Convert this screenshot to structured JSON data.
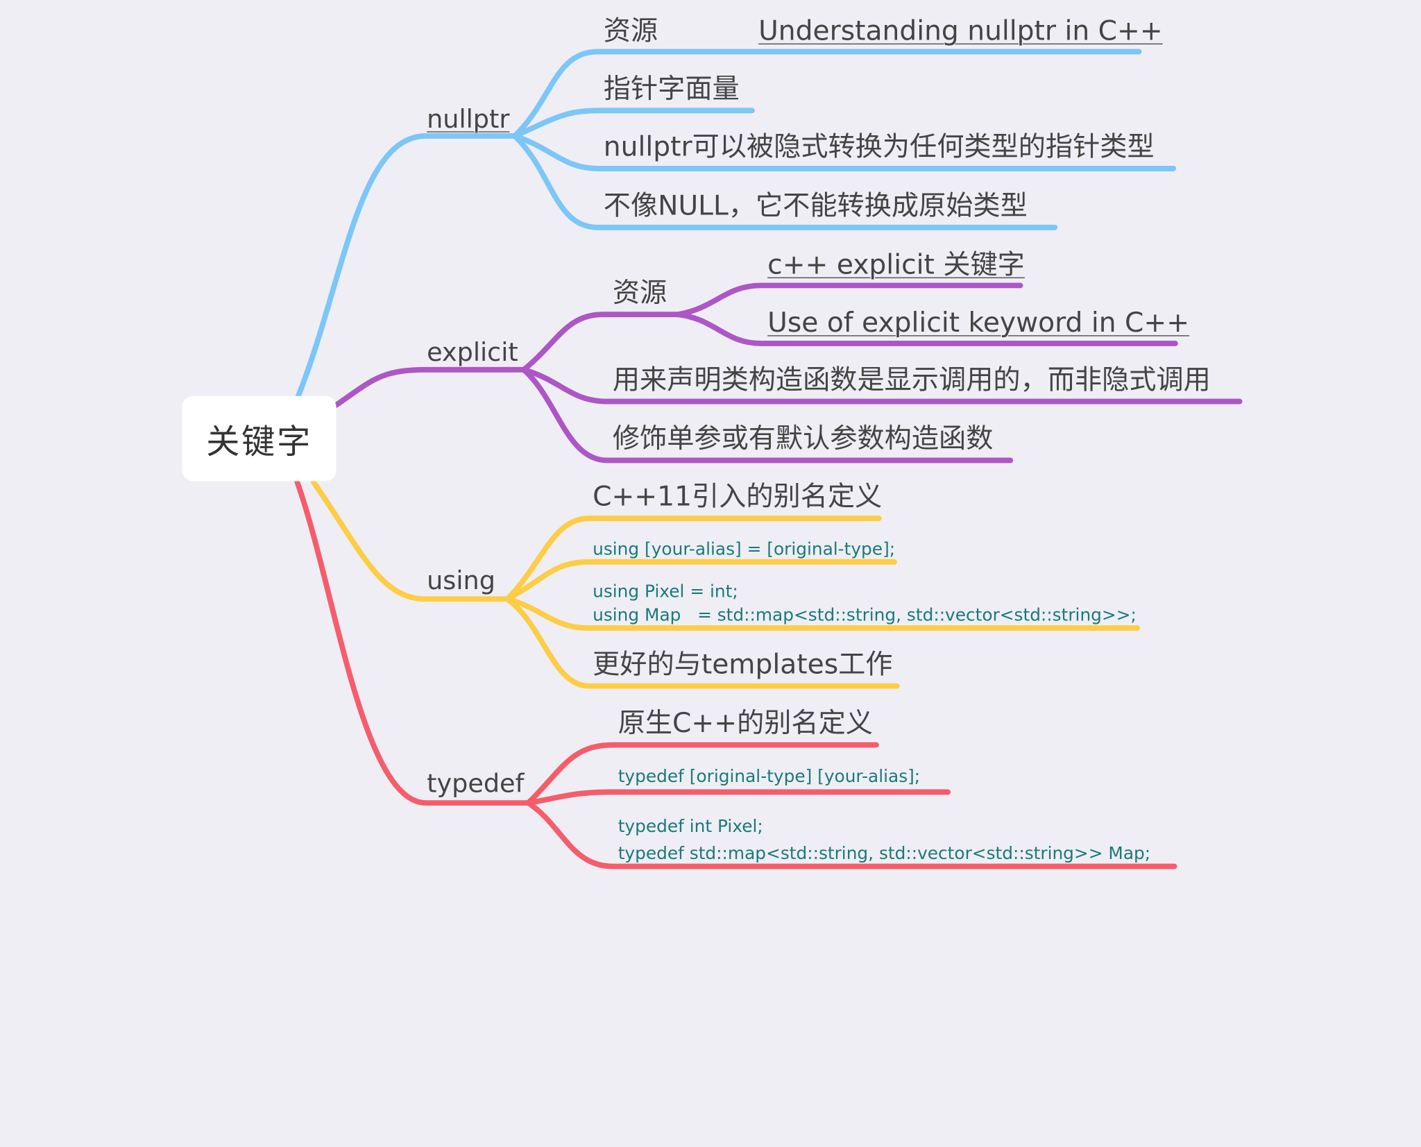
{
  "root": {
    "label": "关键字"
  },
  "colors": {
    "nullptr": "#7cc6f8",
    "explicit": "#ad56c6",
    "using": "#fdcd45",
    "typedef": "#f55d6b",
    "code_text": "#1a7a7a",
    "text": "#444444",
    "background": "#efeef5"
  },
  "branches": {
    "nullptr": {
      "label": "nullptr",
      "resource_label": "资源",
      "resource_link": "Understanding nullptr in C++",
      "items": [
        "指针字面量",
        "nullptr可以被隐式转换为任何类型的指针类型",
        "不像NULL，它不能转换成原始类型"
      ]
    },
    "explicit": {
      "label": "explicit",
      "resource_label": "资源",
      "resource_links": [
        "c++ explicit 关键字",
        "Use of explicit keyword in C++"
      ],
      "items": [
        "用来声明类构造函数是显示调用的，而非隐式调用",
        "修饰单参或有默认参数构造函数"
      ]
    },
    "using": {
      "label": "using",
      "items": [
        "C++11引入的别名定义",
        "更好的与templates工作"
      ],
      "code": [
        "using [your-alias] = [original-type];",
        "using Pixel = int;\nusing Map   = std::map<std::string, std::vector<std::string>>;"
      ]
    },
    "typedef": {
      "label": "typedef",
      "items": [
        "原生C++的别名定义"
      ],
      "code": [
        "typedef [original-type] [your-alias];",
        "typedef int Pixel;\ntypedef std::map<std::string, std::vector<std::string>> Map;"
      ]
    }
  }
}
